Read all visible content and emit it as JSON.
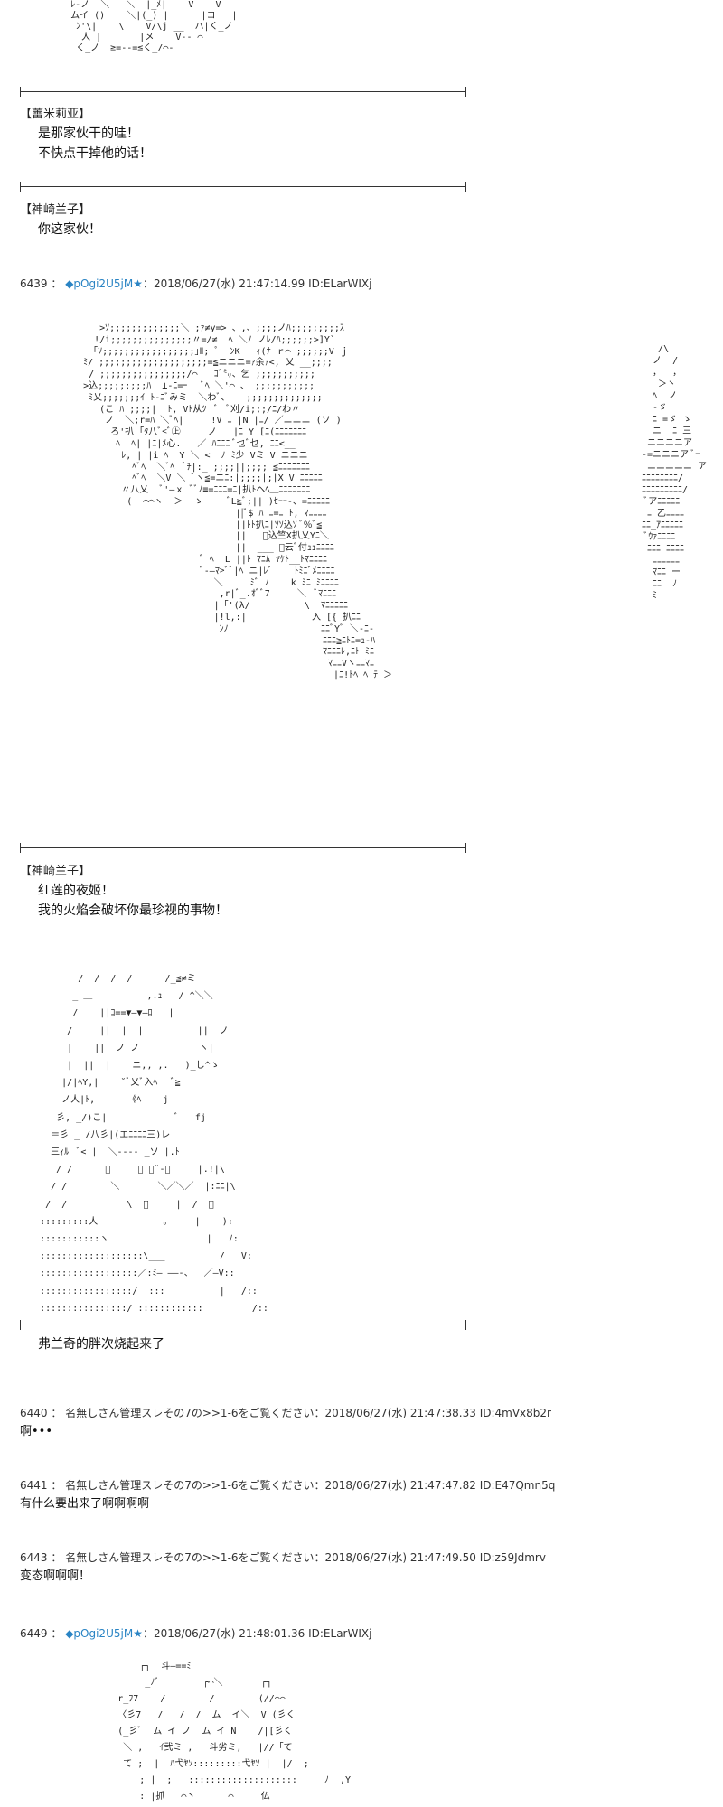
{
  "block1": {
    "art": "    ﾚ-ノ  ＼   ＼  |_ﾒ|    V    V\n    ムイ ()    ＼|(_) |      |コ   |\n     ﾝ'\\|    \\    V/\\j __  ハ|く_ノ\n      人 |       |メ___ V-- ⌒\n     く_ノ  ≧=--=≦く_/⌒-"
  },
  "block2": {
    "speaker": "【蕾米莉亚】",
    "lines": [
      "是那家伙干的哇！",
      "不快点干掉他的话！"
    ]
  },
  "block3": {
    "speaker": "【神崎兰子】",
    "lines": [
      "你这家伙！"
    ]
  },
  "post6439": {
    "number": "6439",
    "name": "◆pOgi2U5jM",
    "star": "★",
    "datetime": "2018/06/27(水) 21:47:14.99",
    "id": "ID:ELarWIXj",
    "art": "        >ｿ;;;;;;;;;;;;;＼ ;ｧ≠y=> 、,、;;;;ノﾊ;;;;;;;;;ｽ\n       !/i;;;;;;;;;;;;;;;〃=/≠  ﾍ ＼ﾉ ノﾚ/ﾊ;;;;;;>]Y`\n      「ｿ;;;;;;;;;;;;;;;;;｣Ⅱ; ﾟ  ﾝK   ｨ(ﾅ ｒ⌒ ;;;;;;V ｊ\n     ﾐ/ ;;;;;;;;;;;;;;;;;;;;=≦ニニニ=ｧ余ｧ<, 乂 __;;;;\n     _/ ;;;;;;;;;;;;;;;;/⌒   ｺﾞ㍉、乞 ;;;;;;;;;;;\n     >込;;;;;;;;;ﾊ  ⊥-ﾆ=ｰ   ﾞﾍ ＼'⌒ 、 ;;;;;;;;;;;\n      ﾐ乂;;;;;;;ｲ ﾄ-ﾆﾞみミ  ＼わﾞ、   ;;;;;;;;;;;;;;\n        (こ ﾊ ;;;;|  ﾄ, Vﾄ从ﾂ  ﾞ  ﾞ刈/i;;;/ﾆ/わ〃\n         ノ  ＼;r=ﾊ ＼ﾞﾍ|     !V ﾆ |N |ﾆ/ ／ニニニ (ソ ) \n          ろ'扒 ｢ﾀ八ﾞ<ﾞ㊤     ノ   |ﾆ Y [ﾆ(ﾆﾆﾆﾆﾆﾆﾆ\n           ﾍ  ﾍ| |ﾆ|ﾒ心.   ／ ﾊﾆﾆﾆ ﾞ乜ﾞ乜, ﾆﾆ<__\n            ﾚ, | |i ﾍ  Y ＼ <  ﾉ ﾐ少 Vミ V ニニニ\n              ﾍﾞﾍ  ＼ﾞﾍ  ﾞﾁ|:_ ;;;;||;;;; ≦ﾆﾆﾆﾆﾆﾆﾆ\n              ﾍﾞﾍ  ＼V ＼ ﾞヽ≦=ニﾆ:|;;;;|;|X V ﾆﾆﾆﾆﾆ\n            〃八乂  ﾞ'―ｘ ﾞﾞﾉ≡=ﾆﾆﾆ=ﾆ|扒ﾄヘﾍ＿ﾆﾆﾆﾆﾆﾆﾆ\n             (  ⌒⌒ヽ  ＞  ゝ     ﾞL≧ﾞ;|| )ｾｰｰ-、=ﾆﾆﾆﾆﾆ\n                                 ||ﾞ$ ﾊ ﾆ=ﾆ|ﾄ, ﾏﾆﾆﾆﾆ\n                                 ||ﾄﾄ扒ﾆ|ｿｿ込ｿ ﾞ%ﾞ≦\n                                 ||   ﾞ込竺X扒乂Yﾆ＼\n                                 ||  ___ ﾞ云ﾞ付ｭｪﾆﾆﾆﾆ\n                           ﾞ ﾍ  L ||ﾄ ﾏﾆﾑ ﾔｹﾄ__ﾄﾏﾆﾆﾆﾆ\n                           ﾞ-―ﾏ>ﾞﾞ|ﾍ ニ|ﾚﾞ    ﾄﾐﾆﾞﾒﾆﾆﾆﾆ\n                             ＼     ﾐﾞ ﾉ    k ﾐﾆ ﾐﾆﾆﾆﾆ\n                              ,r|ﾞ_.ｵﾞﾞ7     ＼  ﾞﾏﾆﾆﾆ\n                             |「'(λ/          \\  ﾏﾆﾆﾆﾆﾆ\n                             |!l,:|            入 [{ 扒ﾆﾆ\n                              ﾝﾉ                 ﾆﾆﾞYﾞ ＼-ﾆ-\n                                                 ﾆﾆﾆ≧ﾆﾄﾆ=ｭ-ﾊ\n                                                 ﾏﾆﾆﾆﾚ,ﾆﾄ ﾐﾆ\n                                                  ﾏﾆﾆVヽﾆﾆﾏﾆ \n                                                   |ﾆ!ﾄﾍ ﾍ ﾃ ＞",
    "art_right": "   /\\\n  ノ  /\n  ，  ，\n   ＞丶\n  ﾍ  ノ\n  -ゞ\n  ﾆ =ゞ ゝ\n  ニ  ﾆ 三\n ニニニニア\n-=ニニニア ﾞ¬\n ニニニニニ ア\nﾆﾆﾆﾆﾆﾆﾆﾆ/\nﾆﾆﾆﾆﾆﾆﾆﾆﾆ/\n ﾞアﾆﾆﾆﾆﾆ\n ﾆ 乙ﾆﾆﾆﾆ\nﾆﾆ_ｱﾆﾆﾆﾆﾆ\n ﾞｳｧﾆﾆﾆﾆ\n ﾆﾆﾆ ﾆﾆﾆﾆ\n  ﾆﾆﾆﾆﾆﾆ\n  ﾏﾆﾆ ー\n  ﾆﾆ  ﾉ\n  ﾐ"
  },
  "block4": {
    "speaker": "【神崎兰子】",
    "lines": [
      "红莲的夜姬！",
      "我的火焰会破坏你最珍视的事物！"
    ]
  },
  "block5": {
    "art": "           /  /  /  /      /_≦≠ミ\n          _ ＿          ,.ｭ   / ^＼＼\n          /    ||ｺ==▼―▼―ﾛ   |\n         /     ||  |  |          ||  ノ\n         |    ||  ノ ノ           ヽ|\n         |  ||  |    ニ,, ,.   )_し^ゝ\n        |/|ﾍY,|    ˘ﾞ乂ﾞ入ﾍ   ﾞ≧\n        ノ人|ﾄ,      《ﾍ    j\n       彡, _/)こ|             ﾞ   fj\n      ＝彡 _ /八彡|(エﾆﾆﾆﾆ三)レ\n      三ｨﾙ  ﾞ< |  ＼---- _ソ |.ﾄ\n       / /      ﾞ     ﾞ ｀¨-ﾞ     |.!|\\\n      / /        ＼       ＼／＼／  |:ﾆﾆ|\\\n     /  /           \\  ﾟ     |  /  ＼\n    :::::::::人            ｡     |    ):\n    :::::::::::ヽ                  |   ﾉ:\n    :::::::::::::::::::\\___          /   V:\n    ::::::::::::::::::／:ﾐ― ――-、  ／―V::\n    :::::::::::::::::/  :::          |   /::\n    ::::::::::::::::/ ::::::::::::         /::",
    "caption": "弗兰奇的胖次烧起来了"
  },
  "posts": [
    {
      "number": "6440",
      "header": "名無しさん管理スレその7の>>1-6をご覧ください：2018/06/27(水) 21:47:38.33",
      "id": "ID:4mVx8b2r",
      "body": "啊•••"
    },
    {
      "number": "6441",
      "header": "名無しさん管理スレその7の>>1-6をご覧ください：2018/06/27(水) 21:47:47.82",
      "id": "ID:E47Qmn5q",
      "body": "有什么要出来了啊啊啊啊"
    },
    {
      "number": "6443",
      "header": "名無しさん管理スレその7の>>1-6をご覧ください：2018/06/27(水) 21:47:49.50",
      "id": "ID:z59Jdmrv",
      "body": "变态啊啊啊！"
    }
  ],
  "post6449": {
    "number": "6449",
    "name": "◆pOgi2U5jM",
    "star": "★",
    "datetime": "2018/06/27(水) 21:48:01.36",
    "id": "ID:ELarWIXj",
    "art": "              ┌┐  斗―==ﾐ\n               _ﾉﾞ        ┌⌒＼       ┌┐\n          r_ﾌ7    /        /        (//⌒⌒\n          〈彡7   /   /  /  ム  イ＼  V (彡く\n          (_彡ﾞ  ム イ ノ  ム イ N    /|[彡く\n           ＼ ,   ｲ弐ミ ,   斗劣ミ,   |//「て\n           て ;  |  ﾊ弋ﾔｿ:::::::::弋ﾔｿ |  |/  ;\n              ; |  ;   ::::::::::::::::::::     ﾉ  ,Y\n              : |抓   ⌒丶      ⌒     仏"
  }
}
